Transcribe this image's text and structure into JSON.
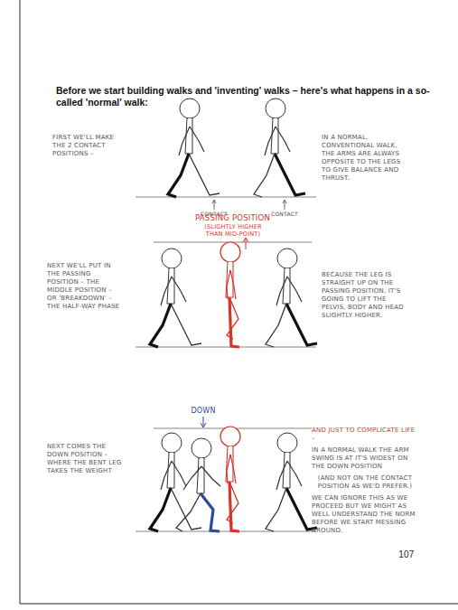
{
  "diagram": {
    "title": "Before we start building walks and 'inventing' walks – here's what happens in a so-called 'normal' walk:",
    "labels": [
      "FIRST WE'LL MAKE THE 2 CONTACT POSITIONS –",
      "IN A NORMAL, CONVENTIONAL WALK, THE ARMS ARE ALWAYS OPPOSITE TO THE LEGS TO GIVE BALANCE AND THRUST.",
      "CONTACT",
      "CONTACT",
      "PASSING POSITION",
      "(SLIGHTLY HIGHER THAN MID-POINT)",
      "NEXT WE'LL PUT IN THE PASSING POSITION – THE MIDDLE POSITION – OR 'BREAKDOWN' – THE HALF-WAY PHASE",
      "BECAUSE THE LEG IS STRAIGHT UP ON THE PASSING POSITION, IT'S GOING TO LIFT THE PELVIS, BODY AND HEAD SLIGHTLY HIGHER.",
      "DOWN",
      "NEXT COMES THE DOWN POSITION – WHERE THE BENT LEG TAKES THE WEIGHT",
      "AND JUST TO COMPLICATE LIFE –",
      "IN A NORMAL WALK THE ARM SWING IS AT IT'S WIDEST ON THE DOWN POSITION",
      "(AND NOT ON THE CONTACT POSITION AS WE'D PREFER.)",
      "WE CAN IGNORE THIS AS WE PROCEED BUT WE MIGHT AS WELL UNDERSTAND THE NORM BEFORE WE START MESSING AROUND.",
      "107"
    ]
  }
}
